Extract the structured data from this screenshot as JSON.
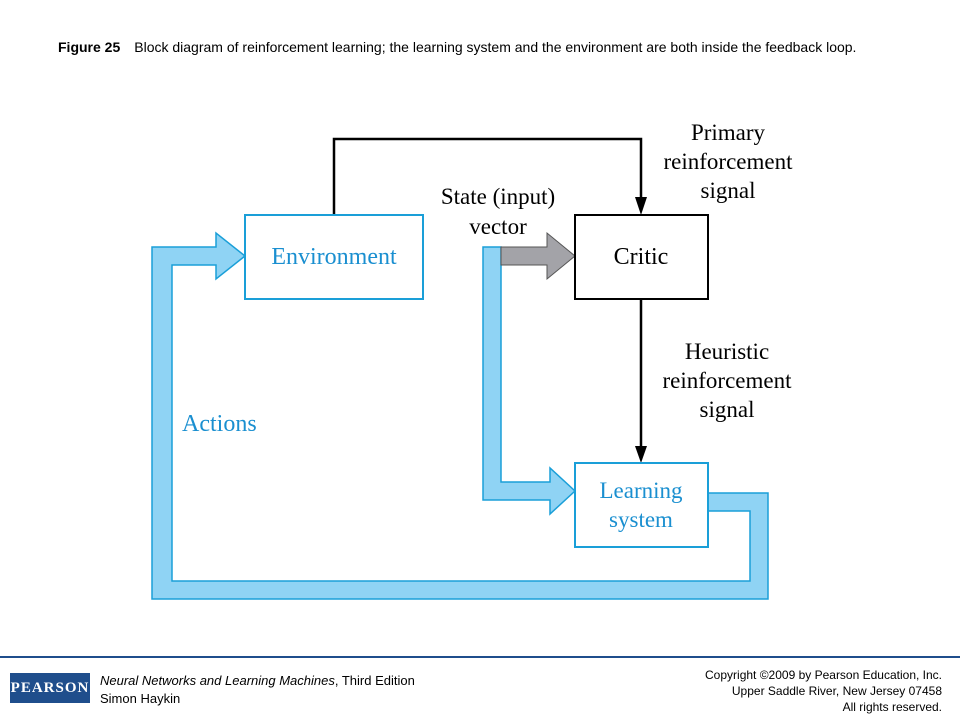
{
  "caption": {
    "label": "Figure 25",
    "text": "Block diagram of reinforcement learning; the learning system and the environment are both inside the feedback loop."
  },
  "diagram": {
    "environment": "Environment",
    "critic": "Critic",
    "learning_system": [
      "Learning",
      "system"
    ],
    "state_vector_label": [
      "State (input)",
      "vector"
    ],
    "primary_label": [
      "Primary",
      "reinforcement",
      "signal"
    ],
    "heuristic_label": [
      "Heuristic",
      "reinforcement",
      "signal"
    ],
    "actions_label": "Actions",
    "colors": {
      "blue_fill": "#8fd3f4",
      "blue_stroke": "#1a9fd8",
      "blue_text": "#1a8fd0",
      "gray_arrow": "#a3a3a8",
      "black": "#000000"
    }
  },
  "footer": {
    "logo": "PEARSON",
    "book_title": "Neural Networks and Learning Machines",
    "edition": ", Third Edition",
    "author": "Simon Haykin",
    "copyright": [
      "Copyright ©2009 by Pearson Education, Inc.",
      "Upper Saddle River, New Jersey 07458",
      "All rights reserved."
    ]
  }
}
